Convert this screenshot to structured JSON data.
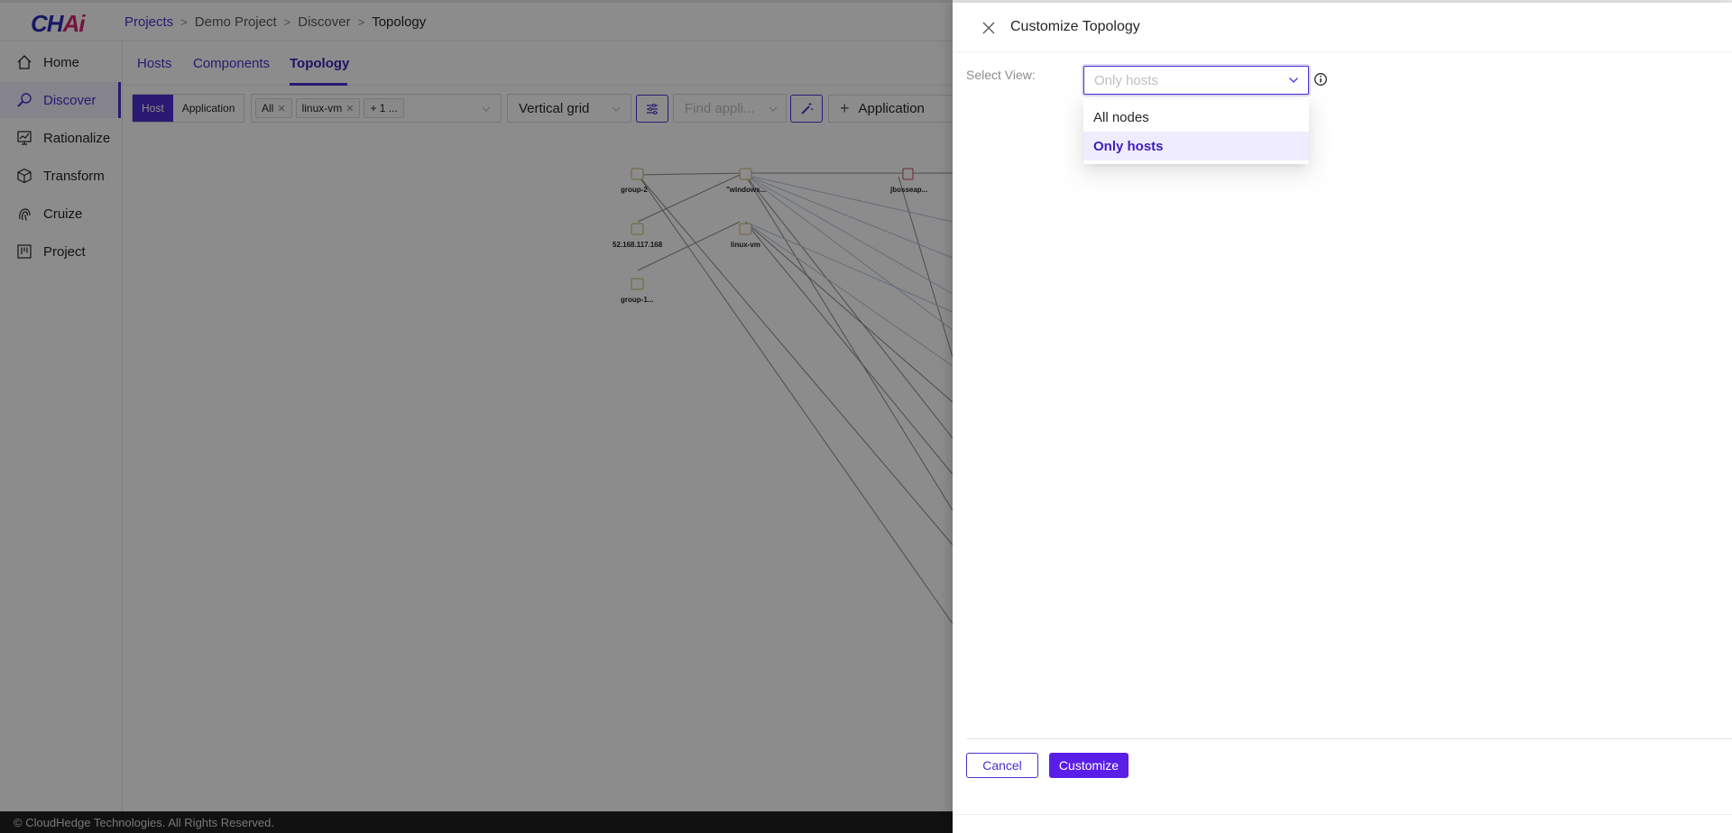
{
  "app": {
    "logo": {
      "main": "CH",
      "accent": "Ai"
    },
    "breadcrumb": {
      "projects": "Projects",
      "project": "Demo Project",
      "section": "Discover",
      "current": "Topology"
    },
    "sidebar": {
      "items": [
        {
          "label": "Home",
          "icon": "home-icon"
        },
        {
          "label": "Discover",
          "icon": "discover-icon",
          "active": true
        },
        {
          "label": "Rationalize",
          "icon": "chart-icon"
        },
        {
          "label": "Transform",
          "icon": "cube-icon"
        },
        {
          "label": "Cruize",
          "icon": "fingerprint-icon"
        },
        {
          "label": "Project",
          "icon": "board-icon"
        }
      ]
    },
    "tabs": [
      {
        "label": "Hosts"
      },
      {
        "label": "Components"
      },
      {
        "label": "Topology",
        "active": true
      }
    ],
    "toolbar": {
      "view_toggle": {
        "host": "Host",
        "application": "Application",
        "selected": "Host"
      },
      "filter_chips": [
        "All",
        "linux-vm",
        "+ 1 ..."
      ],
      "layout_select": "Vertical grid",
      "find_placeholder": "Find appli...",
      "add_application_label": "Application"
    },
    "canvas": {
      "nodes": [
        "group-2",
        "\"windows...",
        "jbosseap...",
        "52.168.117.168",
        "linux-vm",
        "group-1..."
      ]
    },
    "footer": "© CloudHedge Technologies. All Rights Reserved."
  },
  "drawer": {
    "title": "Customize Topology",
    "select_view_label": "Select View:",
    "select_placeholder": "Only hosts",
    "options": [
      {
        "label": "All nodes",
        "selected": false
      },
      {
        "label": "Only hosts",
        "selected": true
      }
    ],
    "cancel_label": "Cancel",
    "customize_label": "Customize"
  },
  "colors": {
    "accent": "#4e2fcf",
    "primary_button": "#5a1ee8",
    "brand_pink": "#d6246e",
    "footer_bg": "#1f1f1f"
  }
}
